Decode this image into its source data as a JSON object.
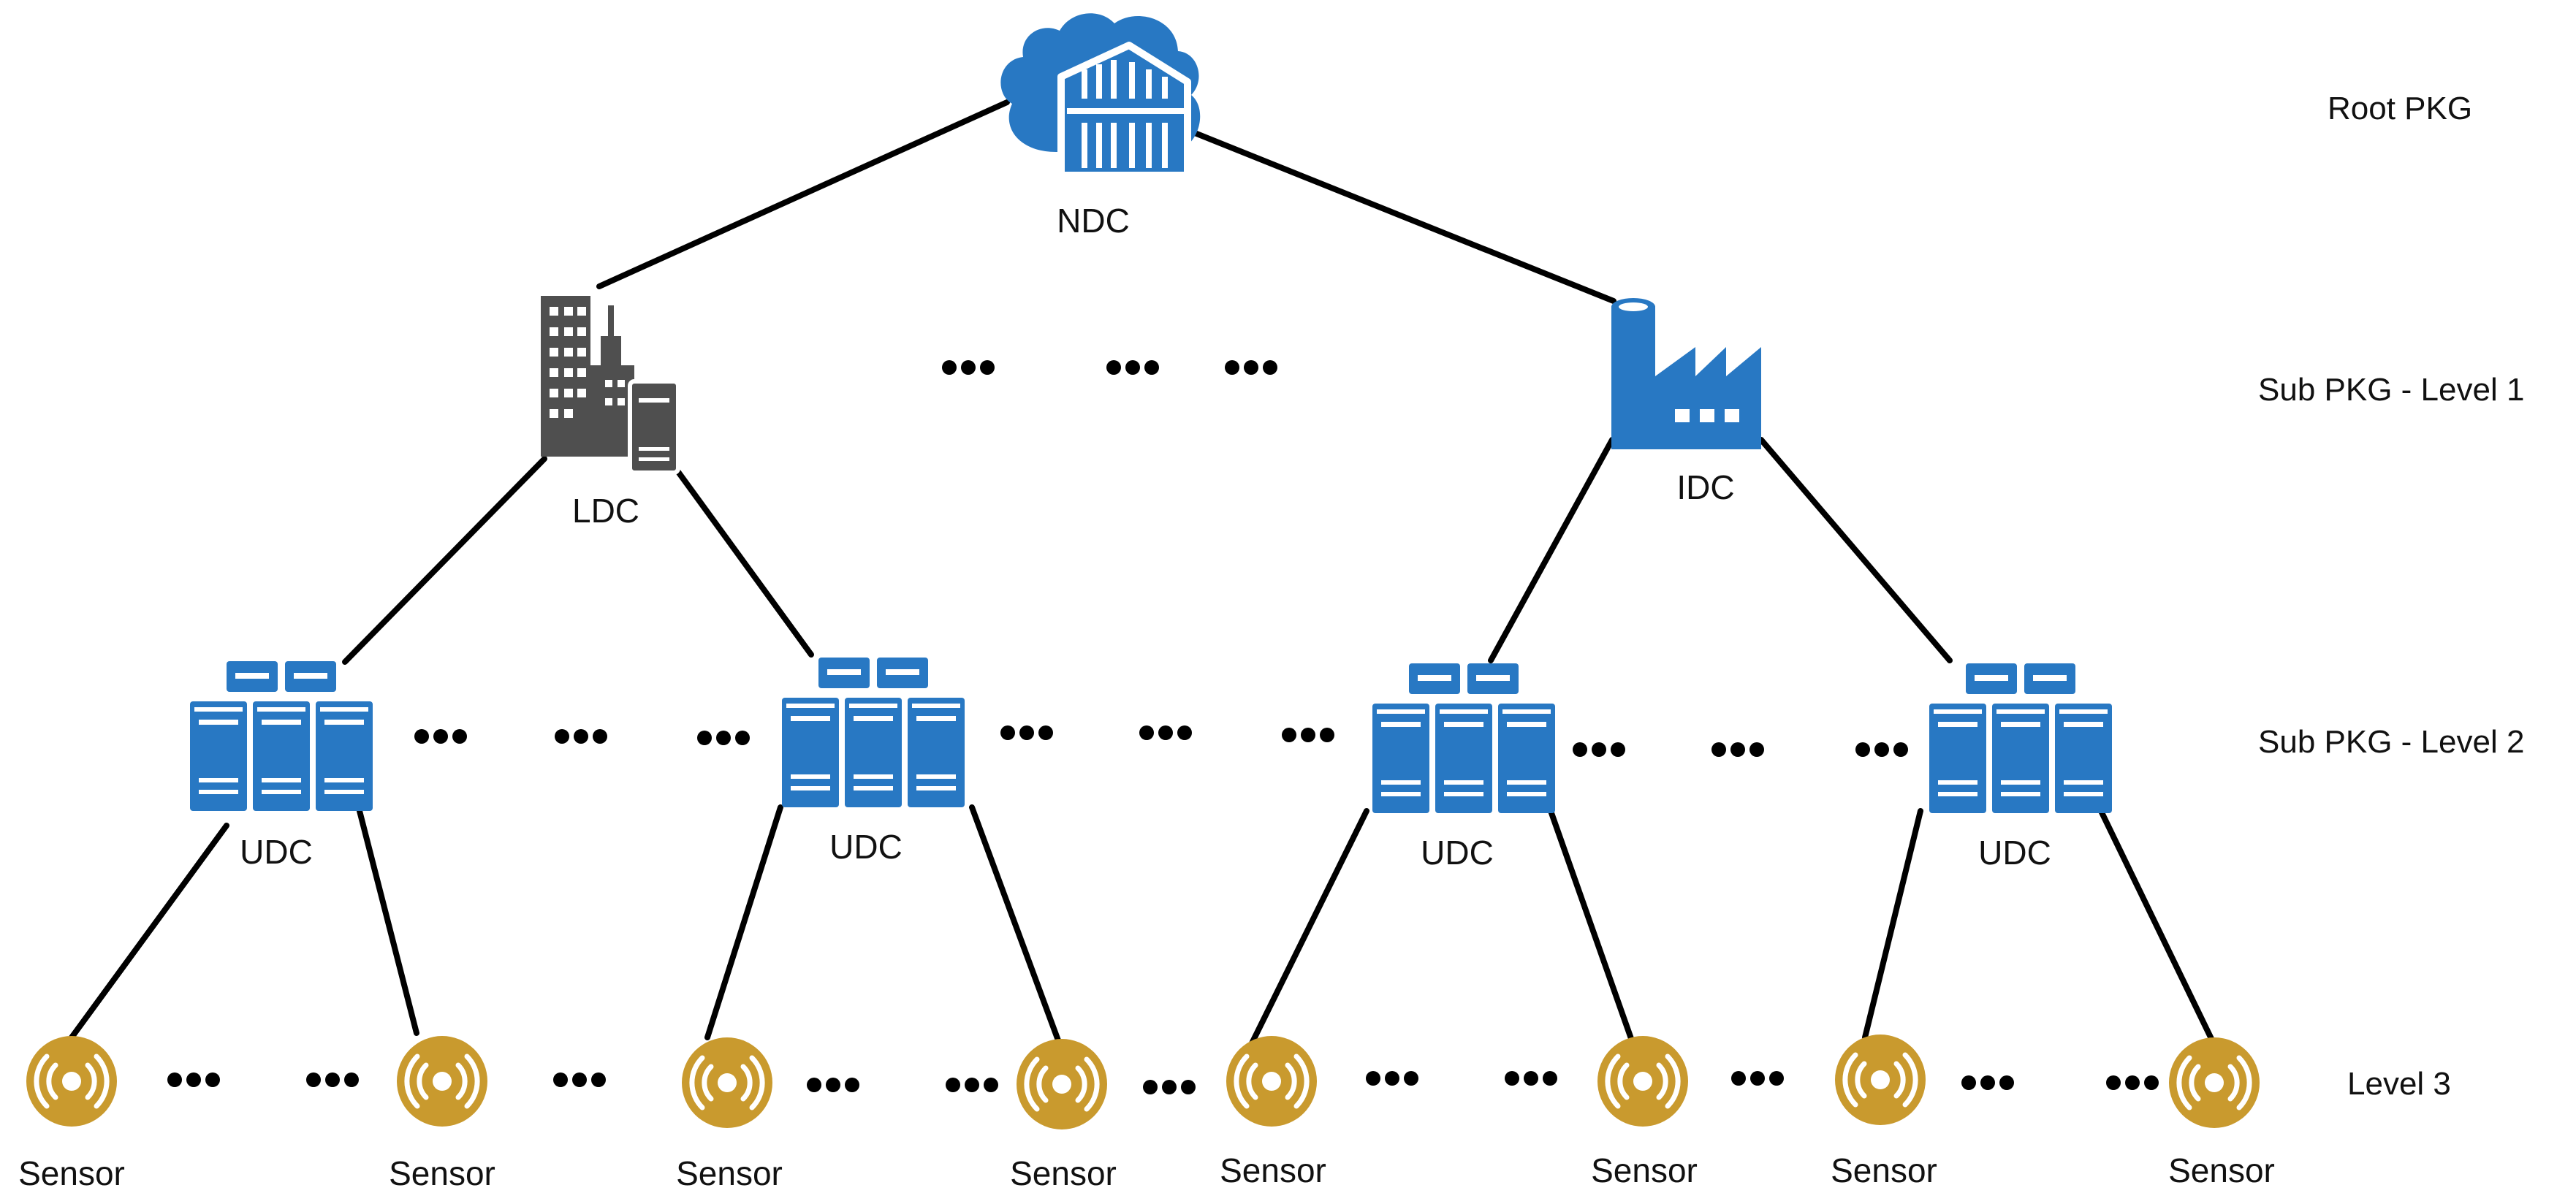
{
  "colors": {
    "blue": "#2878c3",
    "dark_grey": "#4f4f4f",
    "gold": "#c99a2e",
    "line": "#000000"
  },
  "levels": [
    {
      "id": "root",
      "label": "Root PKG"
    },
    {
      "id": "l1",
      "label": "Sub PKG - Level 1"
    },
    {
      "id": "l2",
      "label": "Sub PKG - Level 2"
    },
    {
      "id": "l3",
      "label": "Level 3"
    }
  ],
  "nodes": {
    "ndc": {
      "label": "NDC",
      "icon": "cloud-datacenter-icon"
    },
    "ldc": {
      "label": "LDC",
      "icon": "city-buildings-icon"
    },
    "idc": {
      "label": "IDC",
      "icon": "factory-icon"
    },
    "udc": {
      "label": "UDC",
      "icon": "server-rack-icon"
    },
    "sensor": {
      "label": "Sensor",
      "icon": "sensor-signal-icon"
    }
  },
  "ellipsis": "•••"
}
